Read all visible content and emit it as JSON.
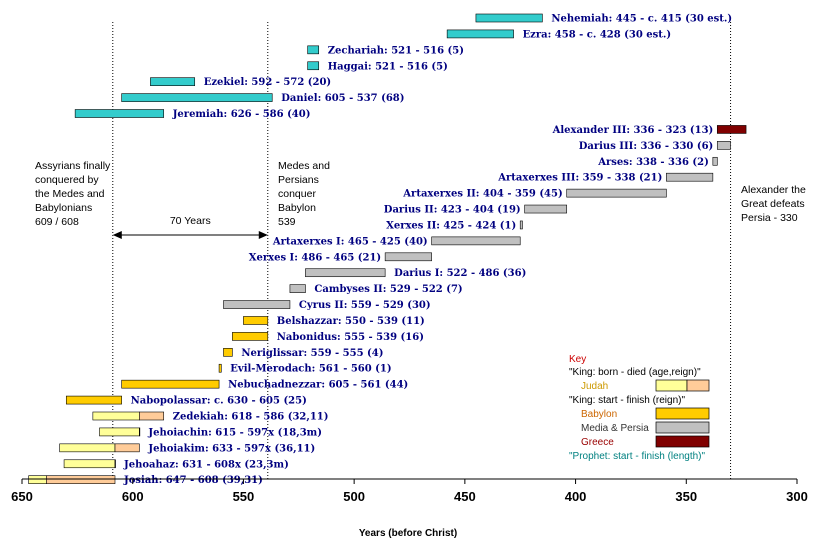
{
  "colors": {
    "prophet": "#33cccc",
    "judah_life": "#ffff99",
    "judah_reign": "#ffcc99",
    "babylon": "#ffcc00",
    "persia": "#c0c0c0",
    "greece": "#800000",
    "label": "#000080",
    "key_title": "#cc0000",
    "key_judah": "#cc9900",
    "key_babylon": "#cc6600",
    "key_persia": "#333333",
    "key_greece": "#990000",
    "key_prophet": "#008080"
  },
  "chart_data": {
    "type": "bar",
    "orientation": "horizontal-timeline",
    "xlabel": "Years (before Christ)",
    "xlim": [
      650,
      300
    ],
    "x_reversed": true,
    "x_ticks": [
      650,
      600,
      550,
      500,
      450,
      400,
      350,
      300
    ],
    "bars": [
      {
        "label": "Nehemiah: 445 - c. 415 (30 est.)",
        "kind": "prophet",
        "start": 445,
        "end": 415
      },
      {
        "label": "Ezra: 458 - c. 428 (30 est.)",
        "kind": "prophet",
        "start": 458,
        "end": 428
      },
      {
        "label": "Zechariah: 521 - 516 (5)",
        "kind": "prophet",
        "start": 521,
        "end": 516
      },
      {
        "label": "Haggai: 521 - 516 (5)",
        "kind": "prophet",
        "start": 521,
        "end": 516
      },
      {
        "label": "Ezekiel: 592 - 572 (20)",
        "kind": "prophet",
        "start": 592,
        "end": 572
      },
      {
        "label": "Daniel: 605 - 537 (68)",
        "kind": "prophet",
        "start": 605,
        "end": 537
      },
      {
        "label": "Jeremiah: 626 - 586 (40)",
        "kind": "prophet",
        "start": 626,
        "end": 586
      },
      {
        "label": "Alexander III: 336 - 323 (13)",
        "kind": "greece",
        "start": 336,
        "end": 323
      },
      {
        "label": "Darius III: 336 - 330 (6)",
        "kind": "persia",
        "start": 336,
        "end": 330
      },
      {
        "label": "Arses: 338 - 336 (2)",
        "kind": "persia",
        "start": 338,
        "end": 336
      },
      {
        "label": "Artaxerxes III: 359 - 338 (21)",
        "kind": "persia",
        "start": 359,
        "end": 338
      },
      {
        "label": "Artaxerxes II: 404 - 359 (45)",
        "kind": "persia",
        "start": 404,
        "end": 359
      },
      {
        "label": "Darius II: 423 - 404 (19)",
        "kind": "persia",
        "start": 423,
        "end": 404
      },
      {
        "label": "Xerxes II: 425 - 424 (1)",
        "kind": "persia",
        "start": 425,
        "end": 424
      },
      {
        "label": "Artaxerxes I: 465 - 425 (40)",
        "kind": "persia",
        "start": 465,
        "end": 425
      },
      {
        "label": "Xerxes I: 486 - 465 (21)",
        "kind": "persia",
        "start": 486,
        "end": 465
      },
      {
        "label": "Darius I: 522 - 486 (36)",
        "kind": "persia",
        "start": 522,
        "end": 486
      },
      {
        "label": "Cambyses II: 529 - 522 (7)",
        "kind": "persia",
        "start": 529,
        "end": 522
      },
      {
        "label": "Cyrus II: 559 - 529 (30)",
        "kind": "persia",
        "start": 559,
        "end": 529
      },
      {
        "label": "Belshazzar: 550 - 539 (11)",
        "kind": "babylon",
        "start": 550,
        "end": 539
      },
      {
        "label": "Nabonidus: 555 - 539 (16)",
        "kind": "babylon",
        "start": 555,
        "end": 539
      },
      {
        "label": "Neriglissar: 559 - 555 (4)",
        "kind": "babylon",
        "start": 559,
        "end": 555
      },
      {
        "label": "Evil-Merodach: 561 - 560 (1)",
        "kind": "babylon",
        "start": 561,
        "end": 560
      },
      {
        "label": "Nebuchadnezzar: 605 - 561 (44)",
        "kind": "babylon",
        "start": 605,
        "end": 561
      },
      {
        "label": "Nabopolassar: c. 630 - 605 (25)",
        "kind": "babylon",
        "start": 630,
        "end": 605
      },
      {
        "label": "Zedekiah: 618 - 586 (32,11)",
        "kind": "judah",
        "start": 618,
        "end": 586,
        "reign_start": 597
      },
      {
        "label": "Jehoiachin: 615 - 597x (18,3m)",
        "kind": "judah",
        "start": 615,
        "end": 597,
        "reign_start": 597
      },
      {
        "label": "Jehoiakim: 633 - 597x (36,11)",
        "kind": "judah",
        "start": 633,
        "end": 597,
        "reign_start": 608
      },
      {
        "label": "Jehoahaz: 631 - 608x (23,3m)",
        "kind": "judah",
        "start": 631,
        "end": 608,
        "reign_start": 608
      },
      {
        "label": "Josiah: 647 - 608 (39,31)",
        "kind": "judah",
        "start": 647,
        "end": 608,
        "reign_start": 639
      }
    ],
    "reference_lines": [
      609,
      539,
      330
    ],
    "span_arrow": {
      "from": 609,
      "to": 539,
      "label": "70 Years"
    }
  },
  "annotations": {
    "assyrians": [
      "Assyrians finally",
      "conquered by",
      "the Medes and",
      "Babylonians",
      "609 / 608"
    ],
    "medes": [
      "Medes and",
      "Persians",
      "conquer",
      "Babylon",
      "539"
    ],
    "alexander": [
      "Alexander the",
      "Great defeats",
      "Persia - 330"
    ]
  },
  "key": {
    "title": "Key",
    "king_born_died": "\"King: born - died (age,reign)\"",
    "judah": "Judah",
    "king_start_finish": "\"King: start - finish (reign)\"",
    "babylon": "Babylon",
    "persia": "Media & Persia",
    "greece": "Greece",
    "prophet": "\"Prophet: start - finish (length)\""
  }
}
